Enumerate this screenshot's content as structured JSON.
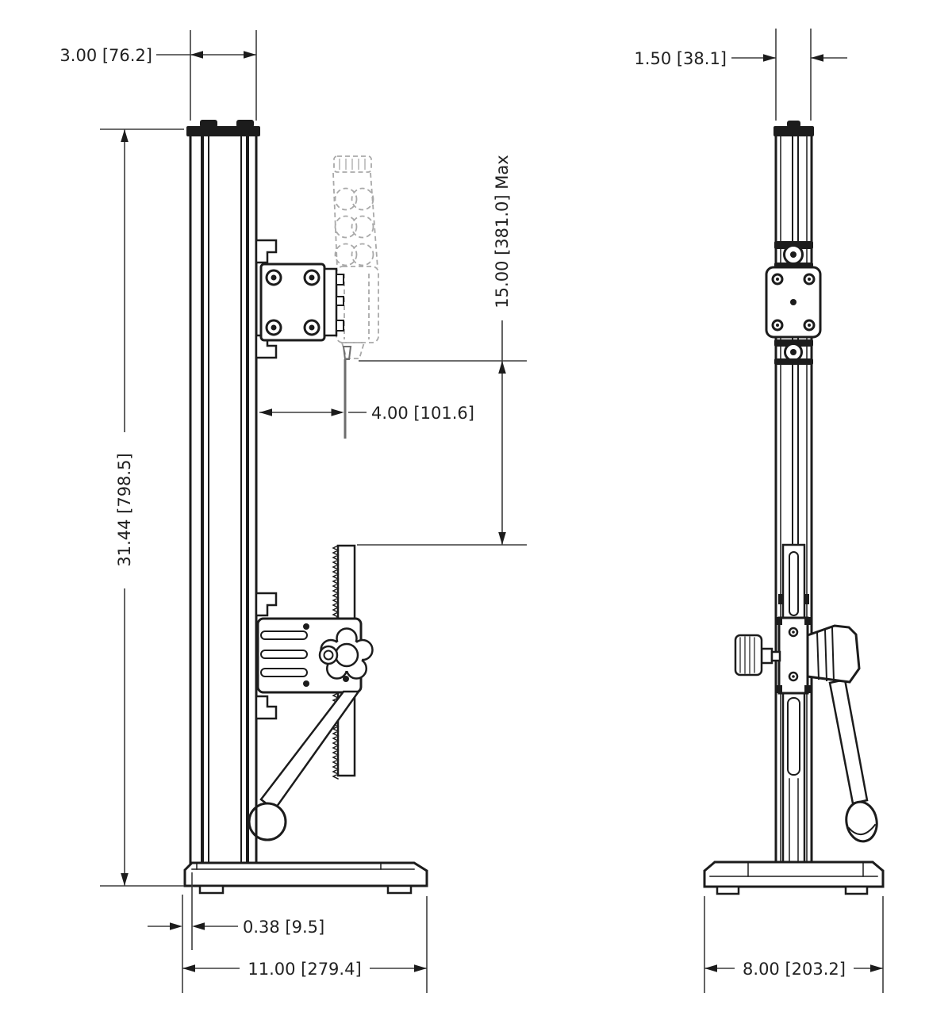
{
  "dims": {
    "column_width": "3.00 [76.2]",
    "column_depth": "1.50 [38.1]",
    "overall_height": "31.44 [798.5]",
    "max_travel": "15.00 [381.0] Max",
    "reach": "4.00 [101.6]",
    "base_lip": "0.38 [9.5]",
    "base_width": "11.00 [279.4]",
    "base_depth": "8.00 [203.2]"
  },
  "colors": {
    "line": "#1c1c1c",
    "dim_line": "#3d3d3d",
    "text": "#222222",
    "ghost": "#a9a9a9",
    "background": "#ffffff"
  }
}
